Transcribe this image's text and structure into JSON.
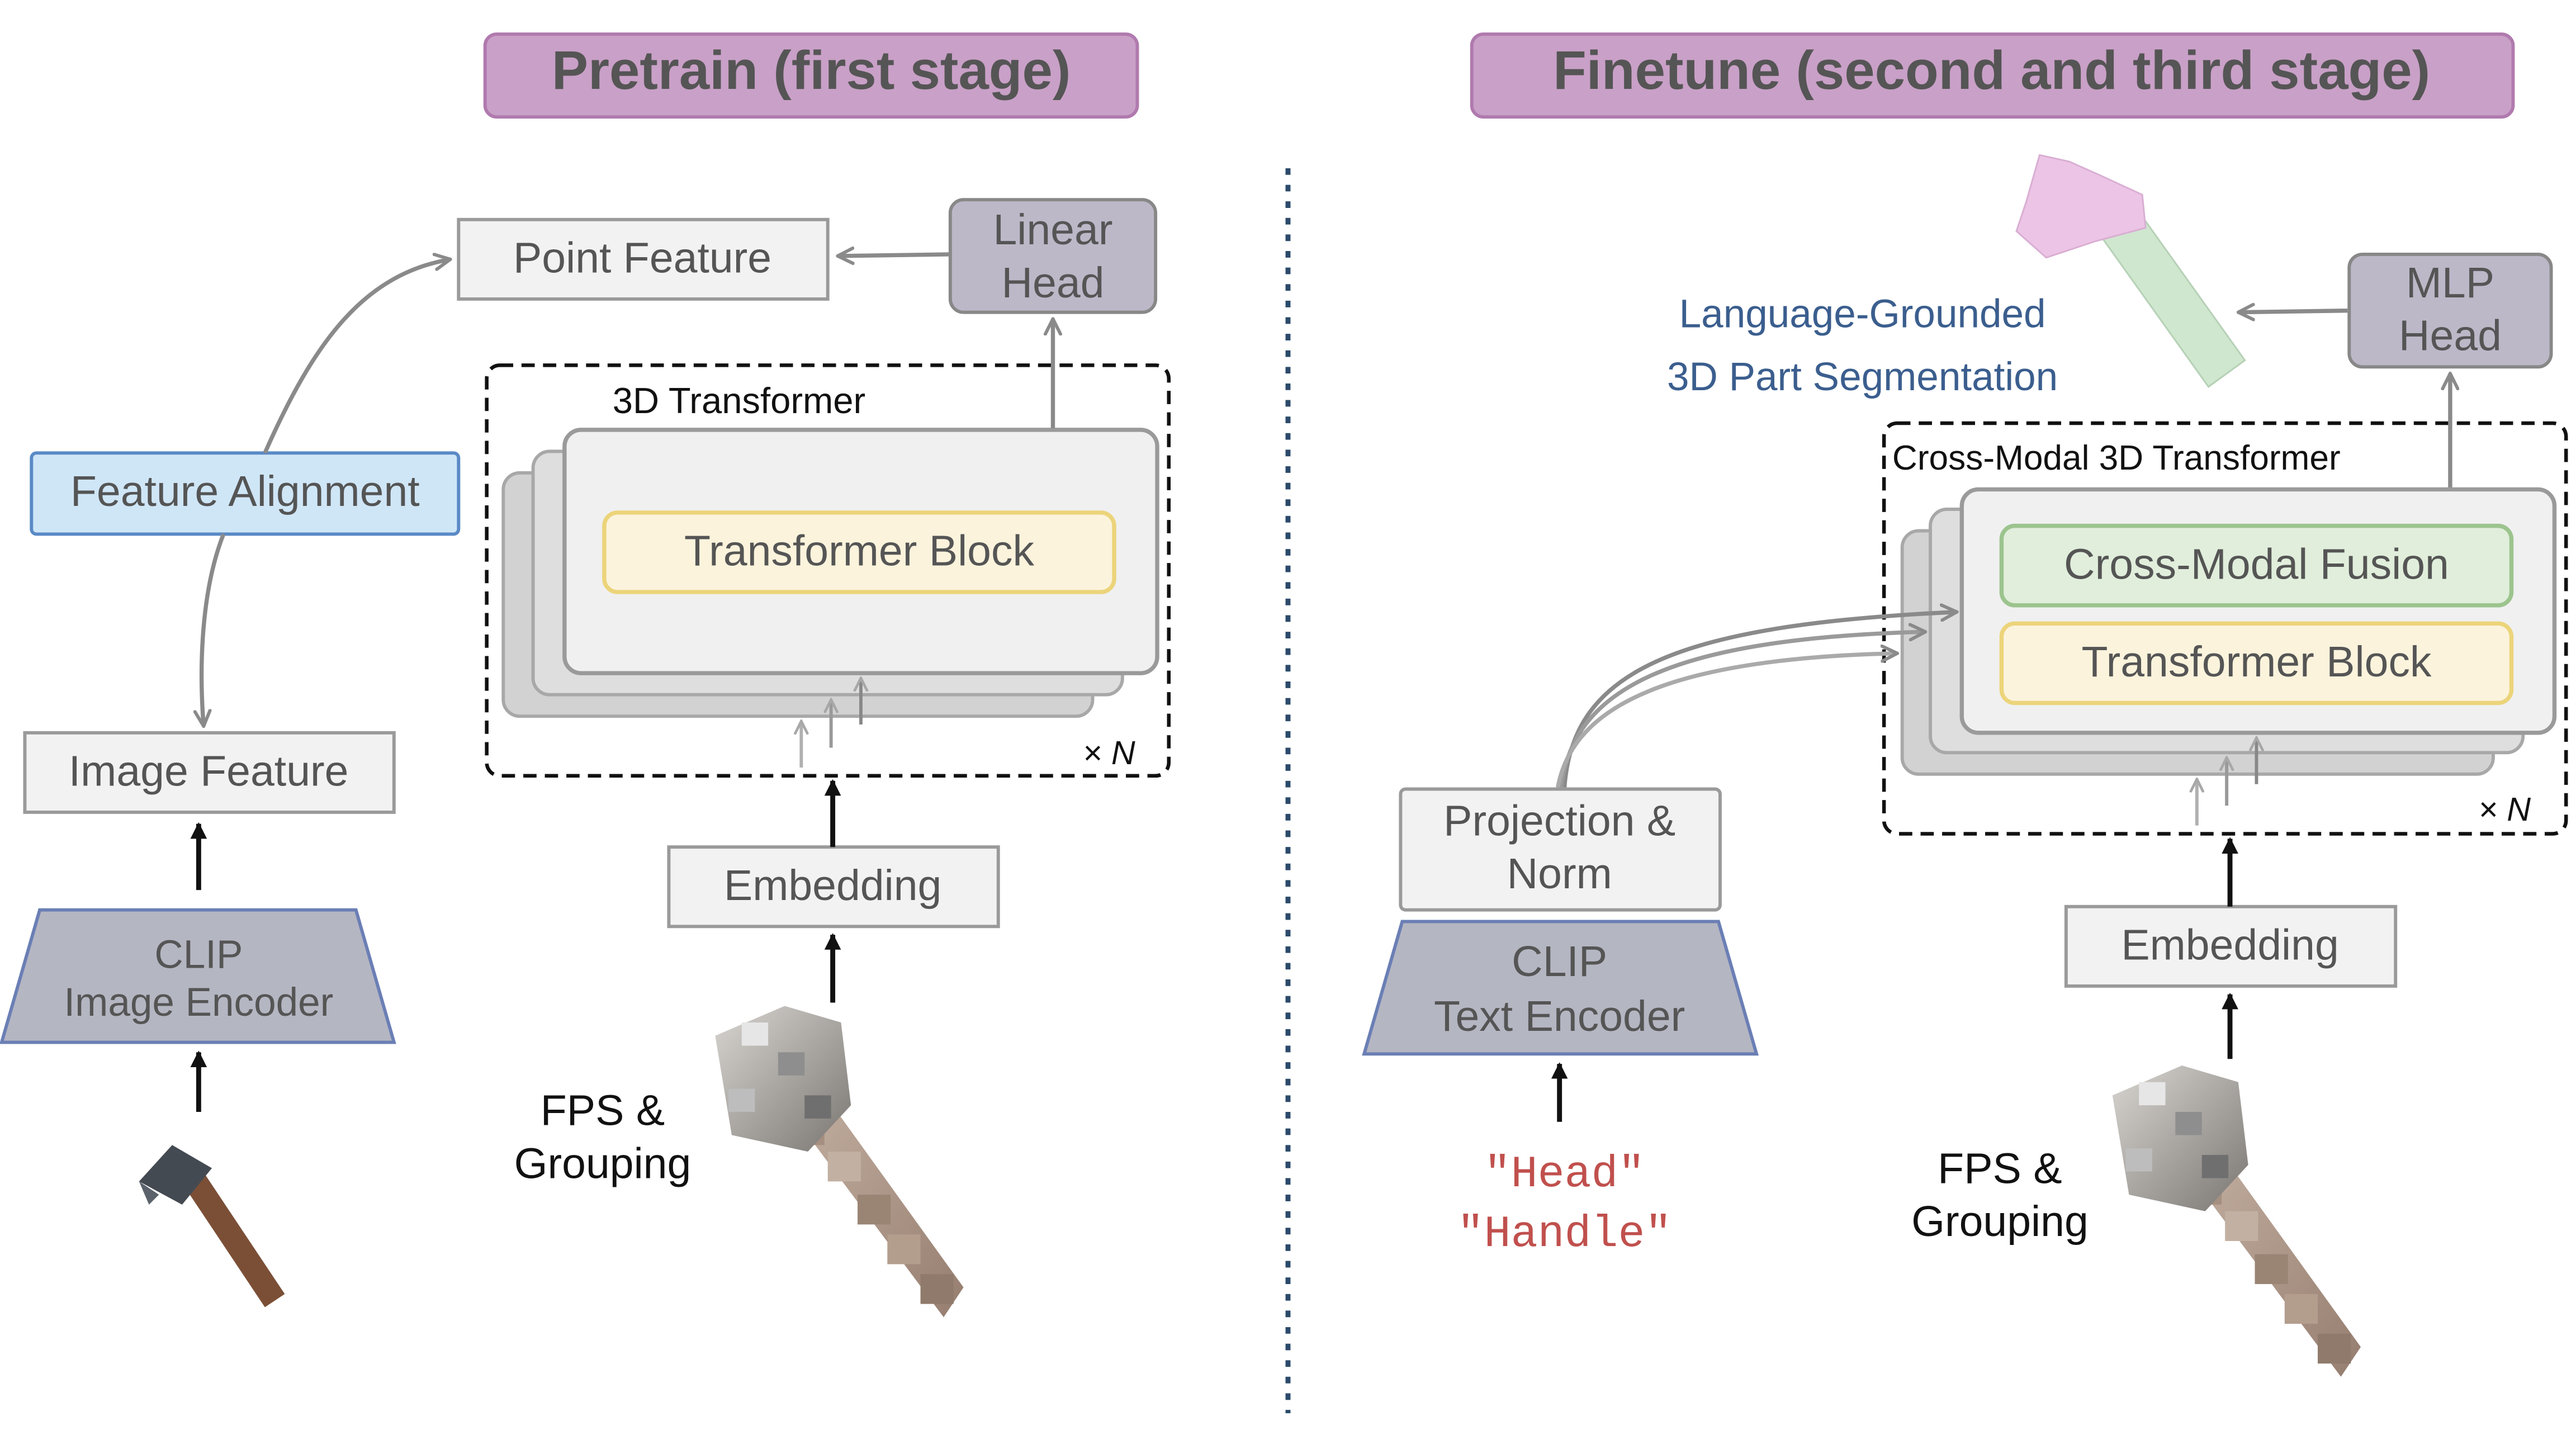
{
  "pretrain": {
    "stage_title": "Pretrain (first stage)",
    "point_feature": "Point Feature",
    "linear_head_line1": "Linear",
    "linear_head_line2": "Head",
    "transformer_group_label": "3D Transformer",
    "transformer_block": "Transformer Block",
    "repeat_label": "× N",
    "feature_alignment": "Feature Alignment",
    "image_feature": "Image Feature",
    "clip_line1": "CLIP",
    "clip_line2": "Image Encoder",
    "embedding": "Embedding",
    "fps_line1": "FPS &",
    "fps_line2": "Grouping"
  },
  "finetune": {
    "stage_title": "Finetune (second and third stage)",
    "output_line1": "Language-Grounded",
    "output_line2": "3D Part Segmentation",
    "mlp_head_line1": "MLP",
    "mlp_head_line2": "Head",
    "transformer_group_label": "Cross-Modal 3D Transformer",
    "cross_modal_fusion": "Cross-Modal Fusion",
    "transformer_block": "Transformer Block",
    "repeat_label": "× N",
    "projection_line1": "Projection &",
    "projection_line2": "Norm",
    "clip_line1": "CLIP",
    "clip_line2": "Text Encoder",
    "embedding": "Embedding",
    "fps_line1": "FPS &",
    "fps_line2": "Grouping",
    "query_head": "\"Head\"",
    "query_handle": "\"Handle\""
  },
  "colors": {
    "stage_fill": "#c9a0c7",
    "stage_stroke": "#b07aae",
    "alignment_fill": "#cfe6f7",
    "alignment_stroke": "#5a8ac6",
    "head_fill": "#bdb8c8",
    "clip_fill": "#b4b6c2",
    "block_fill": "#fbf3dc",
    "block_stroke": "#ecd47a",
    "fusion_fill": "#e0eedb",
    "fusion_stroke": "#9cc48e",
    "query_text": "#c0504d",
    "output_text": "#3b5e8e"
  }
}
